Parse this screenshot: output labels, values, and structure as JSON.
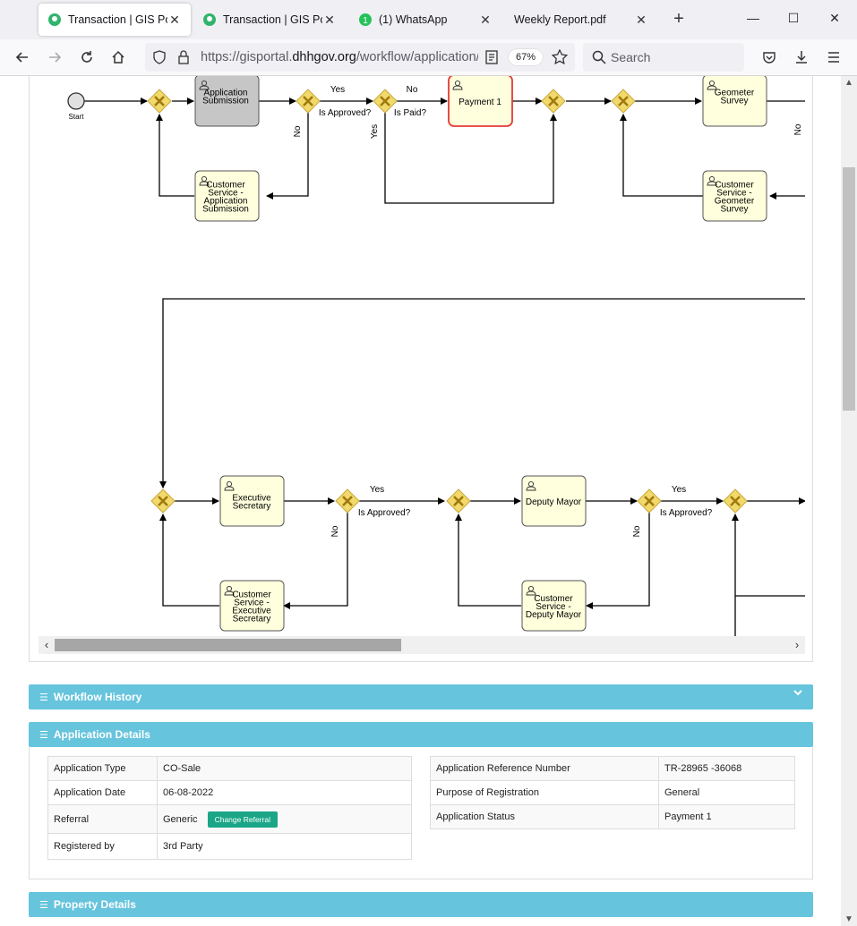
{
  "browser": {
    "tabs": [
      {
        "title": "Transaction | GIS Portal",
        "active": true,
        "favicon": "gis-portal-icon"
      },
      {
        "title": "Transaction | GIS Portal",
        "active": false,
        "favicon": "gis-portal-icon"
      },
      {
        "title": "(1) WhatsApp",
        "active": false,
        "favicon": "whatsapp-icon"
      },
      {
        "title": "Weekly Report.pdf",
        "active": false,
        "favicon": ""
      }
    ],
    "new_tab": "+",
    "url_prefix": "https://gisportal.",
    "url_host": "dhhgov.org",
    "url_path": "/workflow/application/",
    "zoom": "67%",
    "search_placeholder": "Search"
  },
  "workflow": {
    "nodes": {
      "start": "Start",
      "app_submission": "Application Submission",
      "cs_app_submission": "Customer Service - Application Submission",
      "payment1": "Payment 1",
      "geometer": "Geometer Survey",
      "cs_geometer": "Customer Service - Geometer Survey",
      "exec_sec": "Executive Secretary",
      "cs_exec_sec": "Customer Service - Executive Secretary",
      "deputy_mayor": "Deputy Mayor",
      "cs_deputy_mayor": "Customer Service - Deputy Mayor"
    },
    "labels": {
      "yes": "Yes",
      "no": "No",
      "is_approved": "Is Approved?",
      "is_paid": "Is Paid?"
    },
    "colors": {
      "task_fill": "#ffffdd",
      "gateway": "#f2d96b",
      "highlight": "#e53935"
    }
  },
  "sections": {
    "workflow_history": "Workflow History",
    "application_details": "Application Details",
    "property_details": "Property Details"
  },
  "details": {
    "left": [
      {
        "label": "Application Type",
        "value": "CO-Sale"
      },
      {
        "label": "Application Date",
        "value": "06-08-2022"
      },
      {
        "label": "Referral",
        "value": "Generic"
      },
      {
        "label": "Registered by",
        "value": "3rd Party"
      }
    ],
    "change_referral": "Change Referral",
    "right": [
      {
        "label": "Application Reference Number",
        "value": "TR-28965 -36068"
      },
      {
        "label": "Purpose of Registration",
        "value": "General"
      },
      {
        "label": "Application Status",
        "value": "Payment 1"
      }
    ]
  }
}
